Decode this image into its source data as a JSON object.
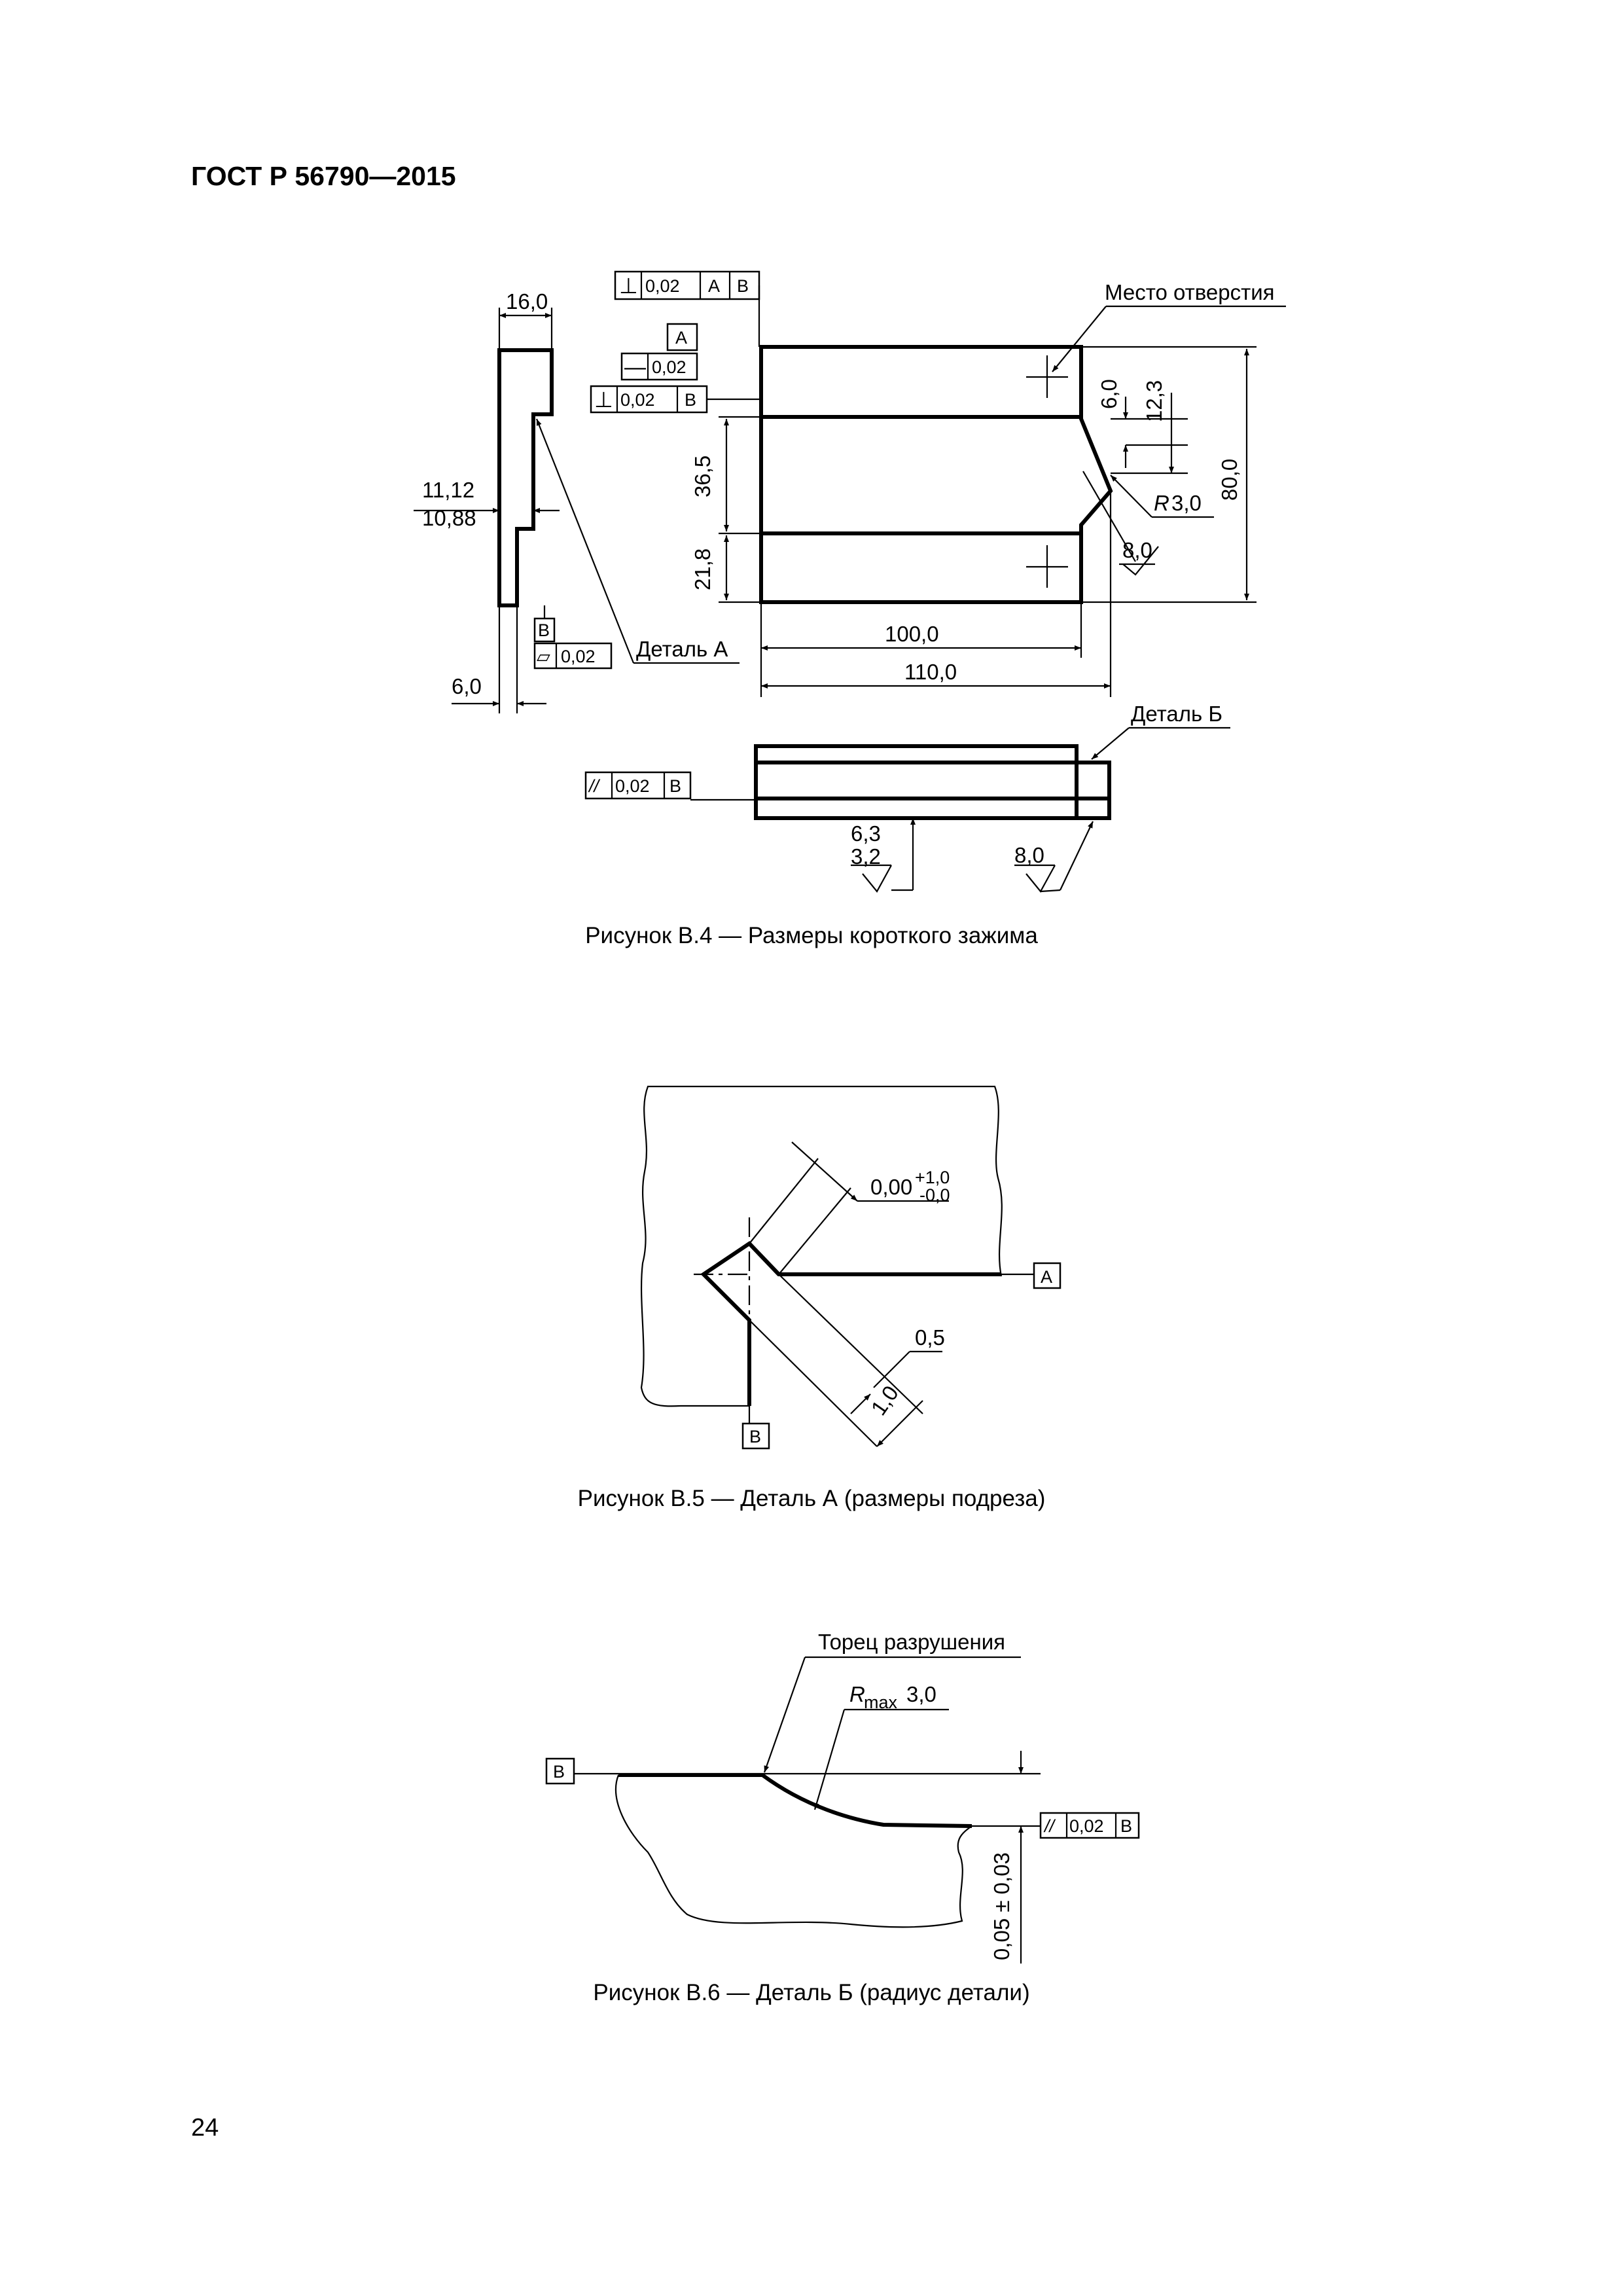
{
  "header": {
    "title": "ГОСТ Р 56790—2015"
  },
  "page_number": "24",
  "figure_b4": {
    "caption": "Рисунок В.4 — Размеры короткого зажима",
    "labels": {
      "hole_place": "Место отверстия",
      "detail_a": "Деталь А",
      "detail_b": "Деталь Б",
      "r": "R",
      "r_value": "3,0"
    },
    "dims": {
      "d16": "16,0",
      "d11_12": "11,12",
      "d10_88": "10,88",
      "d6_left": "6,0",
      "d36_5": "36,5",
      "d21_8": "21,8",
      "d100": "100,0",
      "d110": "110,0",
      "d80": "80,0",
      "d6_right": "6,0",
      "d12_3": "12,3",
      "rough_8": "8,0",
      "rough_6_3": "6,3",
      "rough_3_2": "3,2",
      "rough_8_b": "8,0"
    },
    "tolerance_frames": {
      "top_perp": {
        "symbol": "⊥",
        "value": "0,02",
        "datum1": "А",
        "datum2": "В"
      },
      "datum_a_box": "А",
      "straightness": {
        "symbol": "—",
        "value": "0,02"
      },
      "perp_b": {
        "symbol": "⊥",
        "value": "0,02",
        "datum": "В"
      },
      "datum_b_box": "В",
      "flatness": {
        "symbol": "▱",
        "value": "0,02"
      },
      "parallel": {
        "symbol": "//",
        "value": "0,02",
        "datum": "В"
      }
    }
  },
  "figure_b5": {
    "caption": "Рисунок В.5 — Деталь А (размеры подреза)",
    "dims": {
      "base": "0,00",
      "upper": "+1,0",
      "lower": "-0,0",
      "d0_5": "0,5",
      "d1_0": "1,0"
    },
    "datum_a": "А",
    "datum_b": "В"
  },
  "figure_b6": {
    "caption": "Рисунок В.6 — Деталь Б (радиус детали)",
    "labels": {
      "fracture_end": "Торец разрушения",
      "r_letter": "R",
      "r_sub": "max",
      "r_value": "3,0"
    },
    "datum_b": "В",
    "tolerance": "0,05 ± 0,03",
    "parallel": {
      "symbol": "//",
      "value": "0,02",
      "datum": "В"
    }
  }
}
